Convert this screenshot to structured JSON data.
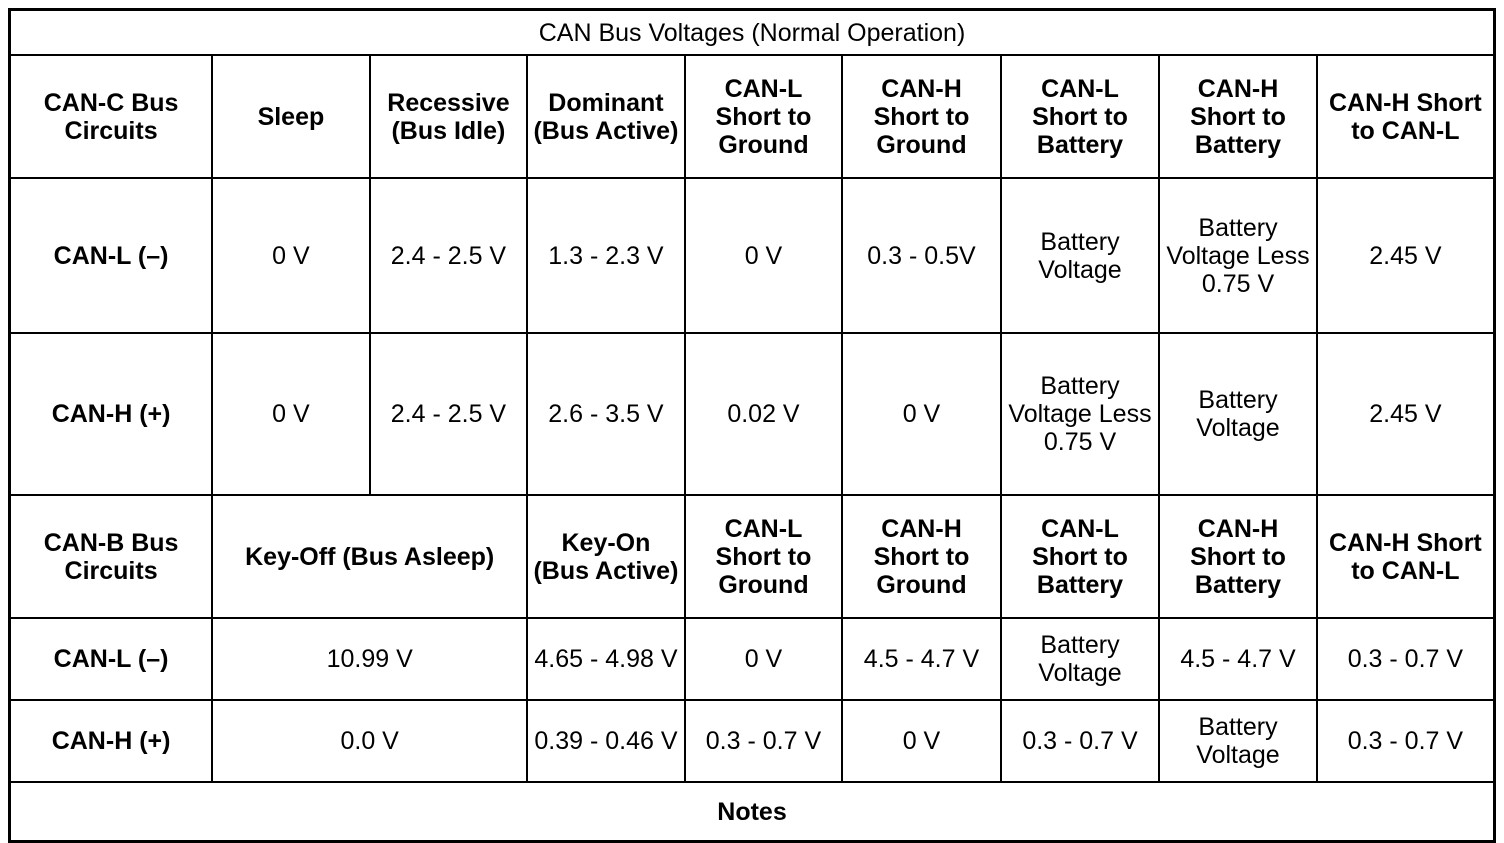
{
  "table": {
    "title": "CAN Bus Voltages (Normal Operation)",
    "notes_label": "Notes",
    "sections": [
      {
        "id": "can-c",
        "header": [
          "CAN-C Bus Circuits",
          "Sleep",
          "Recessive (Bus Idle)",
          "Dominant (Bus Active)",
          "CAN-L Short to Ground",
          "CAN-H Short to Ground",
          "CAN-L Short to Battery",
          "CAN-H Short to Battery",
          "CAN-H Short to CAN-L"
        ],
        "rows": [
          {
            "label": "CAN-L (–)",
            "values": [
              "0 V",
              "2.4 - 2.5 V",
              "1.3 - 2.3 V",
              "0 V",
              "0.3 - 0.5V",
              "Battery Voltage",
              "Battery Voltage Less 0.75 V",
              "2.45 V"
            ]
          },
          {
            "label": "CAN-H (+)",
            "values": [
              "0 V",
              "2.4 - 2.5 V",
              "2.6 - 3.5 V",
              "0.02 V",
              "0 V",
              "Battery Voltage Less 0.75 V",
              "Battery Voltage",
              "2.45 V"
            ]
          }
        ]
      },
      {
        "id": "can-b",
        "header": [
          "CAN-B Bus Circuits",
          "Key-Off (Bus Asleep)",
          "Key-On (Bus Active)",
          "CAN-L Short to Ground",
          "CAN-H Short to Ground",
          "CAN-L Short to Battery",
          "CAN-H Short to Battery",
          "CAN-H Short to CAN-L"
        ],
        "rows": [
          {
            "label": "CAN-L (–)",
            "values": [
              "10.99 V",
              "4.65 - 4.98 V",
              "0 V",
              "4.5 - 4.7 V",
              "Battery Voltage",
              "4.5 - 4.7 V",
              "0.3 - 0.7 V"
            ]
          },
          {
            "label": "CAN-H (+)",
            "values": [
              "0.0 V",
              "0.39 - 0.46 V",
              "0.3 - 0.7 V",
              "0 V",
              "0.3 - 0.7 V",
              "Battery Voltage",
              "0.3 - 0.7 V"
            ]
          }
        ]
      }
    ]
  },
  "colors": {
    "border": "#000000",
    "text": "#000000",
    "background": "#ffffff"
  }
}
